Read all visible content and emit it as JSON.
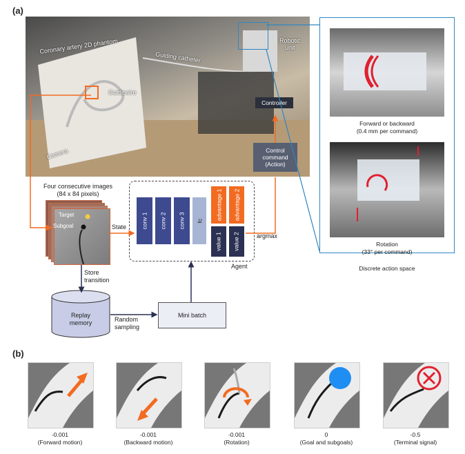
{
  "labels": {
    "a": "(a)",
    "b": "(b)"
  },
  "photo": {
    "phantom": "Coronary artery 2D phantom",
    "catheter": "Guiding catheter",
    "guidewire": "Guidewire",
    "robotic_unit": "Robotic\nunit",
    "controller": "Controller",
    "camera": "Camera"
  },
  "control_box": "Control\ncommand\n(Action)",
  "images": {
    "title": "Four consecutive images\n(84 x 84 pixels)",
    "target": "Target",
    "subgoal": "Subgoal"
  },
  "state_label": "State",
  "network": {
    "convs": [
      "conv 1",
      "conv 2",
      "conv 3"
    ],
    "fc": "fc",
    "advantage": [
      "advantage 1",
      "advantage 2"
    ],
    "value": [
      "value 1",
      "value 2"
    ],
    "agent": "Agent",
    "argmax": "argmax"
  },
  "store_transition": "Store\ntransition",
  "replay": "Replay\nmemory",
  "random_sampling": "Random\nsampling",
  "minibatch": "Mini batch",
  "actions": {
    "forward": "Forward or backward\n(0.4 mm per command)",
    "rotation": "Rotation\n(33° per command)",
    "space": "Discrete action space"
  },
  "rewards": [
    {
      "value": "-0.001",
      "desc": "(Forward motion)"
    },
    {
      "value": "-0.001",
      "desc": "(Backward motion)"
    },
    {
      "value": "-0.001",
      "desc": "(Rotation)"
    },
    {
      "value": "0",
      "desc": "(Goal and subgoals)"
    },
    {
      "value": "-0.5",
      "desc": "(Terminal signal)"
    }
  ],
  "colors": {
    "orange": "#f26b21",
    "navy": "#3d4a8f",
    "dark_navy": "#2a3152",
    "light_fc": "#a7b4d3",
    "frame_blue": "#2e86c1",
    "goal_blue": "#1f8ef2",
    "terminal_red": "#e0202f"
  }
}
